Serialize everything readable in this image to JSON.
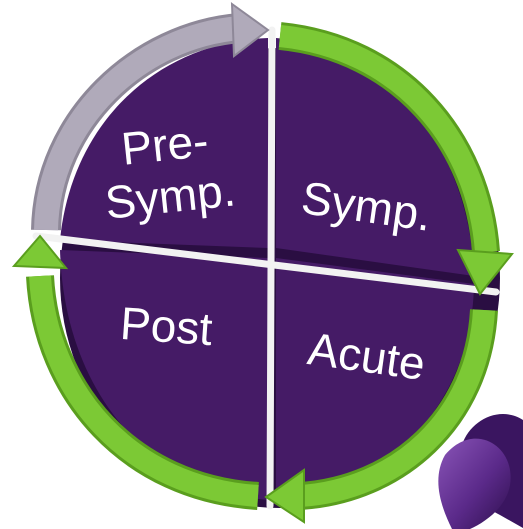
{
  "colors": {
    "quadrant": "#451B66",
    "quadrant_shadow": "#2A0E42",
    "divider": "#F2F2F2",
    "arrow_active": "#7CC935",
    "arrow_active_edge": "#5A9E1E",
    "arrow_inactive": "#B0AABA",
    "arrow_inactive_edge": "#8E8898",
    "petal": "#5B2A8A"
  },
  "stages": [
    {
      "id": "pre-symptomatic",
      "lines": [
        "Pre-",
        "Symp."
      ],
      "arrow_state": "inactive"
    },
    {
      "id": "symptomatic",
      "lines": [
        "Symp."
      ],
      "arrow_state": "active"
    },
    {
      "id": "acute",
      "lines": [
        "Acute"
      ],
      "arrow_state": "active"
    },
    {
      "id": "post",
      "lines": [
        "Post"
      ],
      "arrow_state": "active"
    }
  ],
  "decoration": {
    "icon": "flower-petal-icon"
  }
}
